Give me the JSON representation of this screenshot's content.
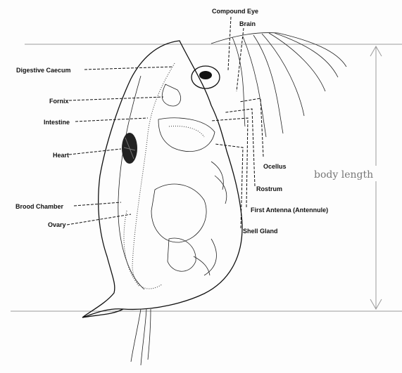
{
  "labels": {
    "compound_eye": "Compound Eye",
    "brain": "Brain",
    "digestive_caecum": "Digestive Caecum",
    "fornix": "Fornix",
    "intestine": "Intestine",
    "heart": "Heart",
    "ocellus": "Ocellus",
    "rostrum": "Rostrum",
    "first_antenna": "First Antenna (Antennule)",
    "shell_gland": "Shell Gland",
    "brood_chamber": "Brood Chamber",
    "ovary": "Ovary"
  },
  "measurement": {
    "body_length": "body length"
  }
}
